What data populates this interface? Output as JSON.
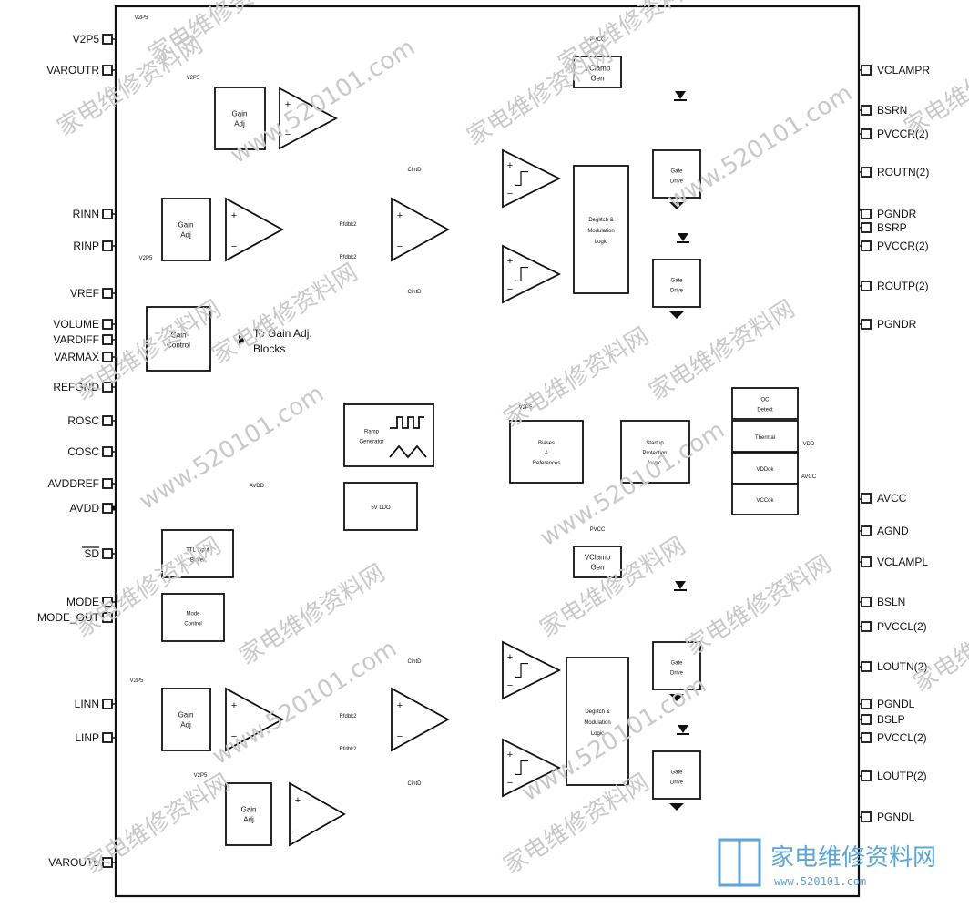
{
  "pins_left": [
    "V2P5",
    "VAROUTR",
    "RINN",
    "RINP",
    "VREF",
    "VOLUME",
    "VARDIFF",
    "VARMAX",
    "REFGND",
    "ROSC",
    "COSC",
    "AVDDREF",
    "AVDD",
    "SD",
    "MODE",
    "MODE_OUT",
    "LINN",
    "LINP",
    "VAROUTL"
  ],
  "pins_right": [
    "VCLAMPR",
    "BSRN",
    "PVCCR(2)",
    "ROUTN(2)",
    "PGNDR",
    "BSRP",
    "PVCCR(2)",
    "ROUTP(2)",
    "PGNDR",
    "AVCC",
    "AGND",
    "VCLAMPL",
    "BSLN",
    "PVCCL(2)",
    "LOUTN(2)",
    "PGNDL",
    "BSLP",
    "PVCCL(2)",
    "LOUTP(2)",
    "PGNDL"
  ],
  "blocks": {
    "gain_adj": [
      "Gain",
      "Adj"
    ],
    "gain_control": [
      "Gain",
      "Control"
    ],
    "gain_control_note": [
      "To Gain Adj.",
      "Blocks"
    ],
    "ramp_generator": [
      "Ramp",
      "Generator"
    ],
    "biases": [
      "Biases",
      "&",
      "References"
    ],
    "startup": [
      "Startup",
      "Protection",
      "Logic"
    ],
    "oc_detect": [
      "OC",
      "Detect"
    ],
    "thermal": "Thermal",
    "vddok": "VDDok",
    "vccok": "VCCok",
    "ldo": "5V LDO",
    "ttl": [
      "TTL Input",
      "Buffer"
    ],
    "mode_control": [
      "Mode",
      "Control"
    ],
    "vclamp": [
      "VClamp",
      "Gen"
    ],
    "modulation": [
      "Deglitch &",
      "Modulation",
      "Logic"
    ],
    "gate_drive": [
      "Gate",
      "Drive"
    ]
  },
  "labels": {
    "v2p5": "V2P5",
    "pvcc": "PVCC",
    "avdd": "AVDD",
    "vdd": "VDD",
    "avcc": "AVCC",
    "rfdbk": "Rfdbk2",
    "cint": "CintD"
  },
  "watermark": {
    "cn": "家电维修资料网",
    "url": "www.520101.com",
    "logo_cn": "家电维修资料网",
    "logo_url": "www.520101.com"
  }
}
